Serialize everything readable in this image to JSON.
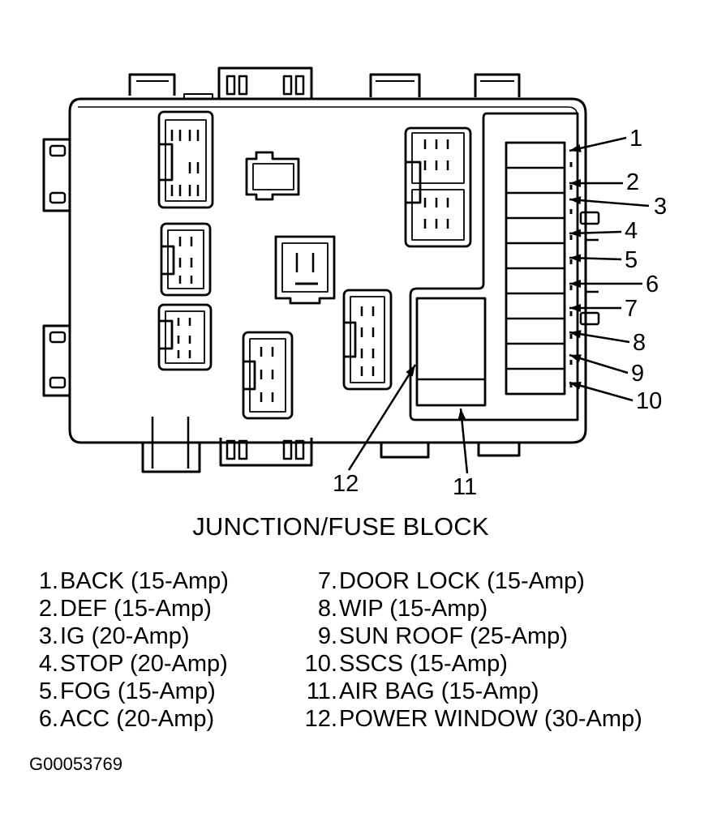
{
  "caption": "JUNCTION/FUSE BLOCK",
  "figure_id": "G00053769",
  "callouts": [
    "1",
    "2",
    "3",
    "4",
    "5",
    "6",
    "7",
    "8",
    "9",
    "10",
    "11",
    "12"
  ],
  "legend_left": [
    {
      "num": "1.",
      "text": "BACK (15-Amp)"
    },
    {
      "num": "2.",
      "text": "DEF (15-Amp)"
    },
    {
      "num": "3.",
      "text": "IG (20-Amp)"
    },
    {
      "num": "4.",
      "text": "STOP (20-Amp)"
    },
    {
      "num": "5.",
      "text": "FOG (15-Amp)"
    },
    {
      "num": "6.",
      "text": "ACC (20-Amp)"
    }
  ],
  "legend_right": [
    {
      "num": "7.",
      "text": "DOOR LOCK (15-Amp)"
    },
    {
      "num": "8.",
      "text": "WIP (15-Amp)"
    },
    {
      "num": "9.",
      "text": "SUN ROOF (25-Amp)"
    },
    {
      "num": "10.",
      "text": "SSCS (15-Amp)"
    },
    {
      "num": "11.",
      "text": "AIR BAG (15-Amp)"
    },
    {
      "num": "12.",
      "text": "POWER WINDOW (30-Amp)"
    }
  ],
  "colors": {
    "ink": "#000000",
    "paper": "#ffffff"
  }
}
